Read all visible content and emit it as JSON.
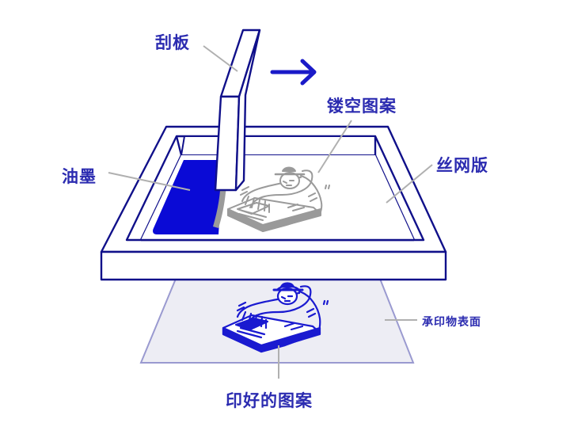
{
  "diagram": {
    "title": "Screen printing process diagram",
    "colors": {
      "frame_stroke": "#10108a",
      "ink_fill": "#0a0ad6",
      "label_text": "#2b2bb0",
      "leader_line": "#b0b0b0",
      "stencil_gray": "#9a9a9a",
      "substrate_fill": "#ededf4",
      "substrate_stroke": "#9a9ad0",
      "printed_blue": "#1a1ad0",
      "arrow": "#1a1ac8"
    },
    "labels": {
      "squeegee": "刮板",
      "stencil_pattern": "镂空图案",
      "ink": "油墨",
      "screen": "丝网版",
      "substrate_surface": "承印物表面",
      "printed_pattern": "印好的图案"
    },
    "arrow": {
      "direction": "right",
      "meaning": "squeegee stroke direction"
    },
    "parts": [
      {
        "id": "squeegee",
        "label": "刮板"
      },
      {
        "id": "ink",
        "label": "油墨"
      },
      {
        "id": "screen",
        "label": "丝网版"
      },
      {
        "id": "stencil",
        "label": "镂空图案"
      },
      {
        "id": "substrate",
        "label": "承印物表面"
      },
      {
        "id": "print",
        "label": "印好的图案"
      }
    ]
  }
}
